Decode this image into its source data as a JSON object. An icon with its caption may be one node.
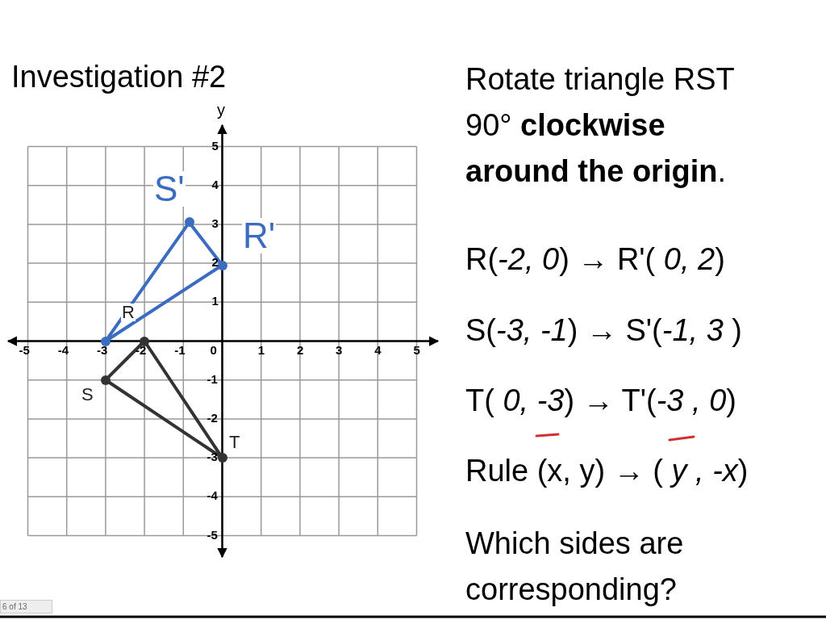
{
  "diagram": {
    "title": "Investigation #2",
    "nodes": [
      {
        "text": [],
        "shape": "circle",
        "beside": [
          "R"
        ]
      },
      {
        "text": [],
        "shape": "circle",
        "beside": [
          "S"
        ]
      },
      {
        "text": [],
        "shape": "circle",
        "beside": [
          "T"
        ]
      },
      {
        "text": [],
        "shape": "circle",
        "beside": [
          "S'"
        ]
      },
      {
        "text": [],
        "shape": "circle",
        "beside": [
          "R'"
        ]
      },
      {
        "text": [],
        "shape": "circle"
      }
    ],
    "edges": [
      {
        "from": 0,
        "to": 1,
        "arrow": "none"
      },
      {
        "from": 1,
        "to": 2,
        "arrow": "none"
      },
      {
        "from": 2,
        "to": 0,
        "arrow": "none"
      },
      {
        "from": 3,
        "to": 4,
        "arrow": "none",
        "color": "#3a6cc0"
      },
      {
        "from": 4,
        "to": 5,
        "arrow": "none",
        "color": "#3a6cc0"
      },
      {
        "from": 5,
        "to": 3,
        "arrow": "none",
        "color": "#3a6cc0"
      }
    ],
    "labels": [
      "y",
      "5",
      "4",
      "3",
      "2",
      "1",
      "-5",
      "-4",
      "-3",
      "-2",
      "-1",
      "0",
      "1",
      "2",
      "3",
      "4",
      "5",
      "-1",
      "-2",
      "-3",
      "-4",
      "-5",
      "Rotate triangle RST 90° **clockwise around the origin**.",
      "R(*-2, 0*) → R'( *0, 2*)",
      "S(*-3, -1*) → S'(*-1, 3* )",
      "T( *0, -3*) → T'(*-3 , 0*)",
      "Rule (x, y) → ( *y , -x*)",
      "Which sides are corresponding?",
      "6 of 13"
    ]
  }
}
